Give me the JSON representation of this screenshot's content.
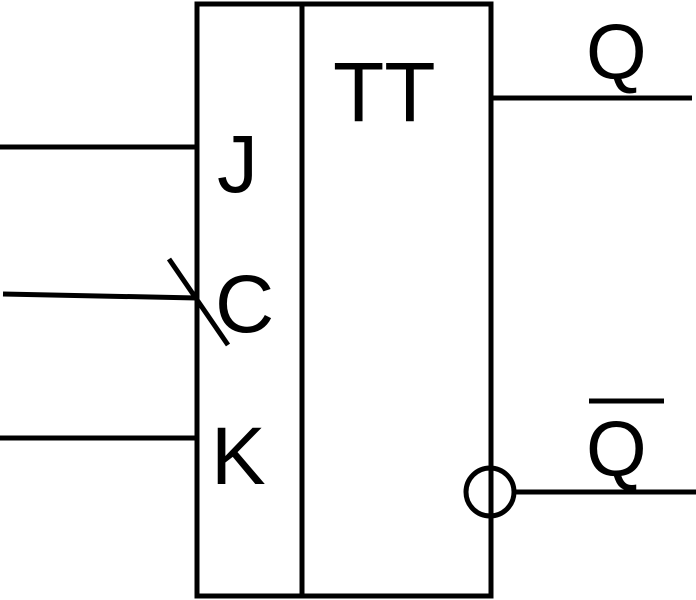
{
  "diagram": {
    "type_label": "TT",
    "inputs": {
      "j": "J",
      "c": "C",
      "k": "K"
    },
    "outputs": {
      "q": "Q",
      "q_bar": "Q"
    }
  }
}
